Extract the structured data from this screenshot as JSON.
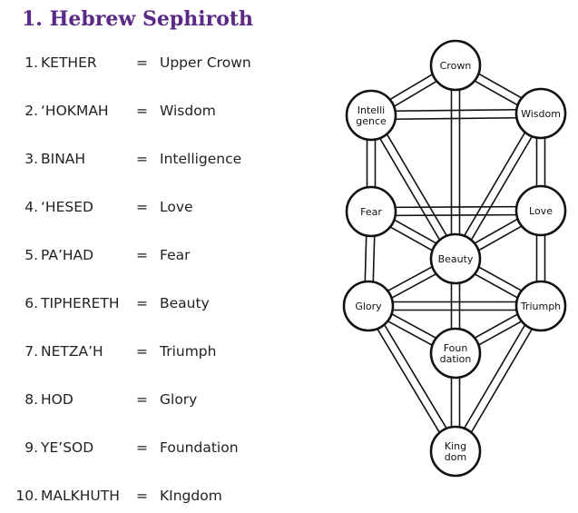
{
  "title": "1. Hebrew Sephiroth",
  "sephiroth": [
    {
      "num": "1.",
      "name": "KETHER",
      "eq": "=",
      "meaning": "Upper Crown"
    },
    {
      "num": "2.",
      "name": "‘HOKMAH",
      "eq": "=",
      "meaning": "Wisdom"
    },
    {
      "num": "3.",
      "name": "BINAH",
      "eq": "=",
      "meaning": "Intelligence"
    },
    {
      "num": "4.",
      "name": "‘HESED",
      "eq": "=",
      "meaning": "Love"
    },
    {
      "num": "5.",
      "name": "PA’HAD",
      "eq": "=",
      "meaning": "Fear"
    },
    {
      "num": "6.",
      "name": "TIPHERETH",
      "eq": "=",
      "meaning": "Beauty"
    },
    {
      "num": "7.",
      "name": "NETZA’H",
      "eq": "=",
      "meaning": "Triumph"
    },
    {
      "num": "8.",
      "name": "HOD",
      "eq": "=",
      "meaning": "Glory"
    },
    {
      "num": "9.",
      "name": "YE’SOD",
      "eq": "=",
      "meaning": "Foundation"
    },
    {
      "num": "10.",
      "name": "MALKHUTH",
      "eq": "=",
      "meaning": "KIngdom"
    }
  ],
  "tree": {
    "nodes": [
      {
        "id": "crown",
        "lines": [
          "Crown"
        ]
      },
      {
        "id": "wisdom",
        "lines": [
          "Wisdom"
        ]
      },
      {
        "id": "intelligence",
        "lines": [
          "Intelli",
          "gence"
        ]
      },
      {
        "id": "love",
        "lines": [
          "Love"
        ]
      },
      {
        "id": "fear",
        "lines": [
          "Fear"
        ]
      },
      {
        "id": "beauty",
        "lines": [
          "Beauty"
        ]
      },
      {
        "id": "triumph",
        "lines": [
          "Triumph"
        ]
      },
      {
        "id": "glory",
        "lines": [
          "Glory"
        ]
      },
      {
        "id": "foundation",
        "lines": [
          "Foun",
          "dation"
        ]
      },
      {
        "id": "kingdom",
        "lines": [
          "King",
          "dom"
        ]
      }
    ],
    "paths": [
      [
        "crown",
        "wisdom"
      ],
      [
        "crown",
        "intelligence"
      ],
      [
        "crown",
        "beauty"
      ],
      [
        "wisdom",
        "intelligence"
      ],
      [
        "wisdom",
        "love"
      ],
      [
        "wisdom",
        "beauty"
      ],
      [
        "intelligence",
        "fear"
      ],
      [
        "intelligence",
        "beauty"
      ],
      [
        "love",
        "fear"
      ],
      [
        "love",
        "beauty"
      ],
      [
        "love",
        "triumph"
      ],
      [
        "fear",
        "beauty"
      ],
      [
        "fear",
        "glory"
      ],
      [
        "beauty",
        "triumph"
      ],
      [
        "beauty",
        "glory"
      ],
      [
        "beauty",
        "foundation"
      ],
      [
        "triumph",
        "glory"
      ],
      [
        "triumph",
        "foundation"
      ],
      [
        "triumph",
        "kingdom"
      ],
      [
        "glory",
        "foundation"
      ],
      [
        "glory",
        "kingdom"
      ],
      [
        "foundation",
        "kingdom"
      ]
    ]
  }
}
